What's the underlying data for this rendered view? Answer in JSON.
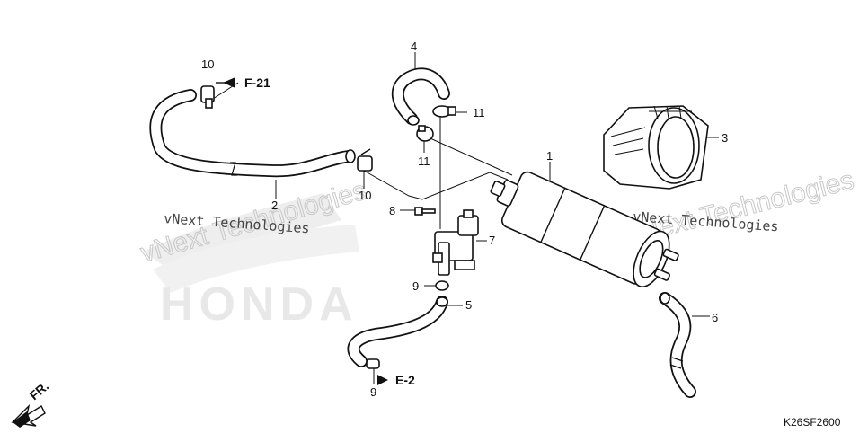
{
  "diagram": {
    "callouts": [
      {
        "id": "c1",
        "text": "1"
      },
      {
        "id": "c2",
        "text": "2"
      },
      {
        "id": "c3",
        "text": "3"
      },
      {
        "id": "c4",
        "text": "4"
      },
      {
        "id": "c5",
        "text": "5"
      },
      {
        "id": "c6",
        "text": "6"
      },
      {
        "id": "c7",
        "text": "7"
      },
      {
        "id": "c8",
        "text": "8"
      },
      {
        "id": "c9a",
        "text": "9"
      },
      {
        "id": "c9b",
        "text": "9"
      },
      {
        "id": "c10a",
        "text": "10"
      },
      {
        "id": "c10b",
        "text": "10"
      },
      {
        "id": "c11a",
        "text": "11"
      },
      {
        "id": "c11b",
        "text": "11"
      }
    ],
    "refs": {
      "f21": "F-21",
      "e2": "E-2"
    },
    "front_label": "FR.",
    "diagram_code": "K26SF2600",
    "watermarks": {
      "left_line1": "vNext Technologies",
      "left_line2": "vNext Technologies",
      "right_line1": "vNext Technologies",
      "right_line2": "vNext Technologies"
    },
    "brand_watermark": "HONDA"
  }
}
